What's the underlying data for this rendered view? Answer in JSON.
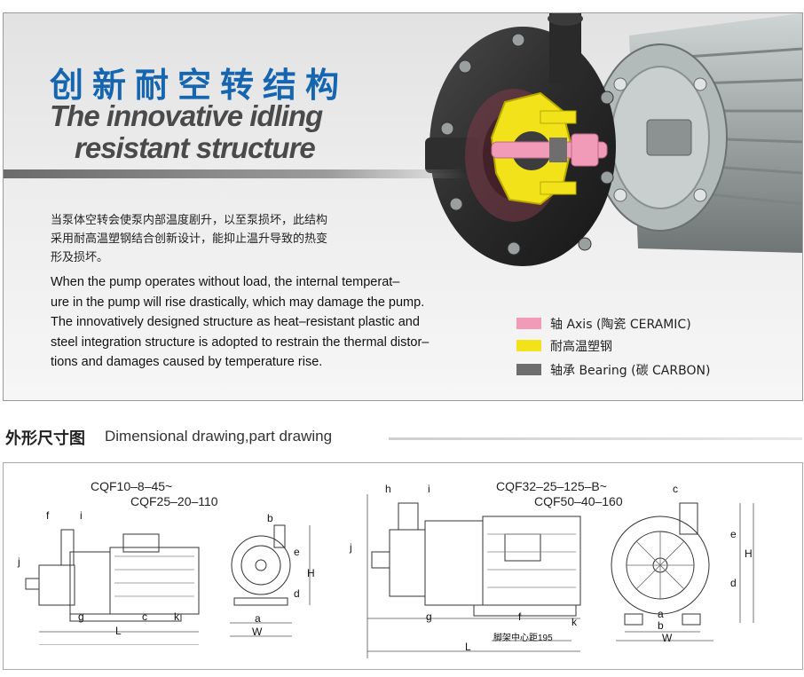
{
  "feature": {
    "title_cn": "创新耐空转结构",
    "title_en_line1": "The innovative idling",
    "title_en_line2": "resistant structure",
    "description_cn": [
      "当泵体空转会使泵内部温度剧升，以至泵损坏，此结构",
      "采用耐高温塑钢结合创新设计，能抑止温升导致的热变",
      "形及损坏。"
    ],
    "description_en": [
      "When the pump operates without load, the internal temperat–",
      "ure in the pump will rise drastically, which may damage the pump.",
      "The innovatively designed structure as heat–resistant plastic and",
      "steel integration structure is adopted to restrain the thermal distor–",
      "tions and damages caused by temperature rise."
    ],
    "legend": [
      {
        "label": "轴 Axis (陶瓷 CERAMIC)",
        "color": "#f29bb8"
      },
      {
        "label": "耐高温塑钢",
        "color": "#f2e21a"
      },
      {
        "label": "轴承 Bearing (碳 CARBON)",
        "color": "#6e6e6e"
      }
    ]
  },
  "section": {
    "title_cn": "外形尺寸图",
    "title_en": "Dimensional drawing,part drawing"
  },
  "drawings": {
    "small_model_line1": "CQF10–8–45~",
    "small_model_line2": "CQF25–20–110",
    "large_model_line1": "CQF32–25–125–B~",
    "large_model_line2": "CQF50–40–160",
    "base_center_distance": "脚架中心距195",
    "labels": {
      "f": "f",
      "i": "i",
      "j": "j",
      "g": "g",
      "c": "c",
      "k": "k",
      "L": "L",
      "b": "b",
      "e": "e",
      "d": "d",
      "H": "H",
      "a": "a",
      "W": "W",
      "h": "h"
    }
  }
}
